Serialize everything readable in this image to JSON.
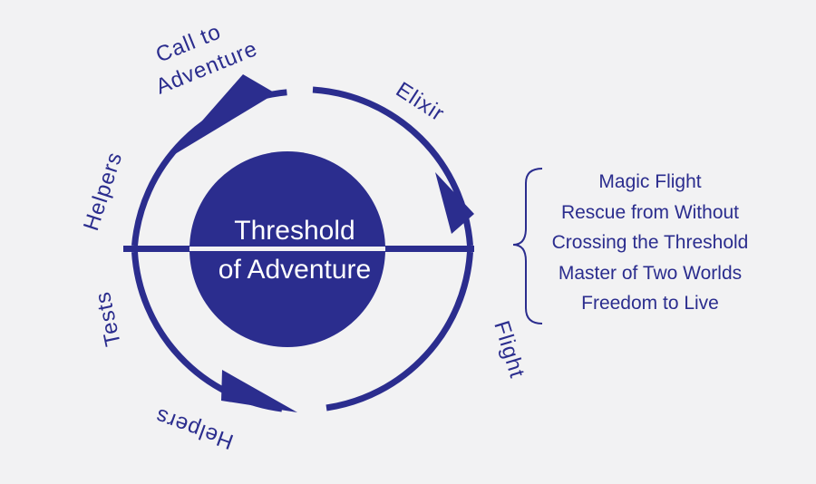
{
  "colors": {
    "primary": "#2b2d8e",
    "background": "#f2f2f3",
    "core_text": "#ffffff",
    "list_text": "#2b2d8e",
    "brace": "#2b2d8e"
  },
  "core": {
    "line1": "Threshold",
    "line2": "of Adventure"
  },
  "labels": {
    "call_to_adventure_line1": "Call to",
    "call_to_adventure_line2": "Adventure",
    "elixir": "Elixir",
    "helpers_top": "Helpers",
    "tests": "Tests",
    "helpers_bottom": "Helpers",
    "flight": "Flight"
  },
  "return_stages": [
    "Magic Flight",
    "Rescue from Without",
    "Crossing the Threshold",
    "Master of Two Worlds",
    "Freedom to Live"
  ]
}
